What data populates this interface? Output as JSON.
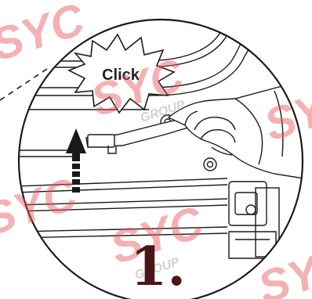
{
  "callout": {
    "label": "Click"
  },
  "step": {
    "label": "1."
  },
  "watermark": {
    "brand": "SYC",
    "sub": "GROUP"
  },
  "colors": {
    "line": "#1a1a1a",
    "watermark": "#e8585d",
    "step": "#4a1418",
    "starburst_fill": "#ffffff",
    "starburst_stroke": "#1a1a1a"
  },
  "icons": {
    "arrow": "up-arrow-icon",
    "starburst": "starburst-icon"
  }
}
